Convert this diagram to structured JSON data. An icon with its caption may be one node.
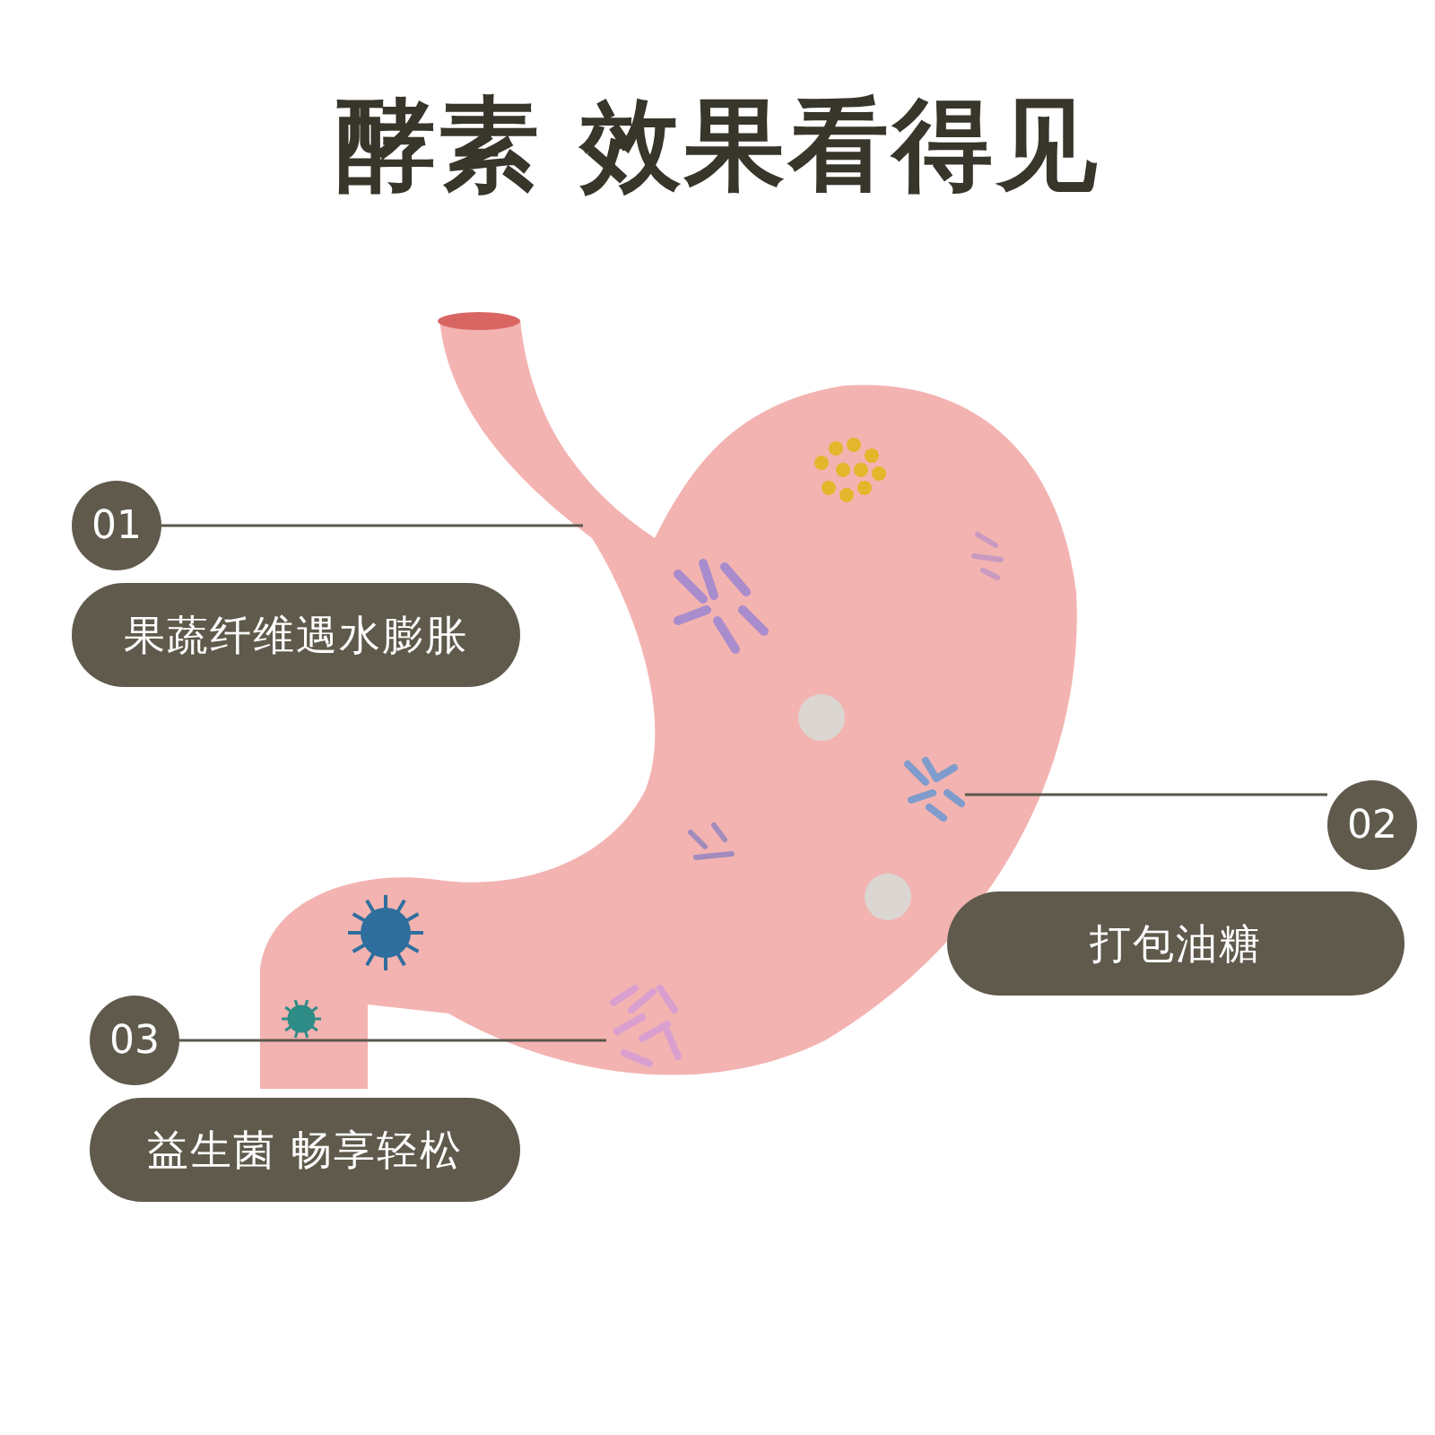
{
  "diagram": {
    "title": "酵素 效果看得见",
    "nodes": [
      {
        "text": [
          "01"
        ]
      },
      {
        "text": [
          "果蔬纤维遇水膨胀"
        ]
      },
      {
        "text": [
          "02"
        ]
      },
      {
        "text": [
          "打包油糖"
        ]
      },
      {
        "text": [
          "03"
        ]
      },
      {
        "text": [
          "益生菌 畅享轻松"
        ]
      },
      {
        "text": [],
        "shape": "picture"
      },
      {
        "text": [],
        "shape": "picture"
      }
    ],
    "edges": [
      {
        "from": 0,
        "to": null,
        "arrow": "none"
      },
      {
        "from": 2,
        "to": 6,
        "arrow": "none"
      },
      {
        "from": 4,
        "to": 7,
        "arrow": "none"
      }
    ]
  }
}
